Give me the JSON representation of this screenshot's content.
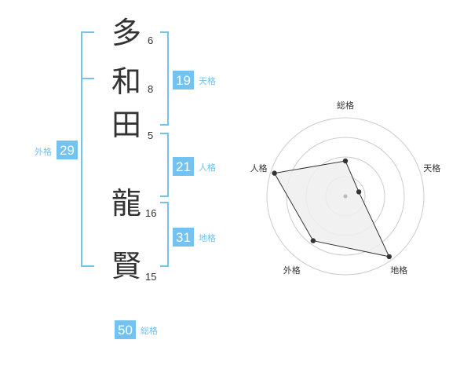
{
  "name": {
    "characters": [
      {
        "char": "多",
        "strokes": "6"
      },
      {
        "char": "和",
        "strokes": "8"
      },
      {
        "char": "田",
        "strokes": "5"
      },
      {
        "char": "龍",
        "strokes": "16"
      },
      {
        "char": "賢",
        "strokes": "15"
      }
    ]
  },
  "fortunes": {
    "tenkaku": {
      "value": "19",
      "label": "天格"
    },
    "jinkaku": {
      "value": "21",
      "label": "人格"
    },
    "chikaku": {
      "value": "31",
      "label": "地格"
    },
    "gaikaku": {
      "value": "29",
      "label": "外格"
    },
    "soukaku": {
      "value": "50",
      "label": "総格"
    }
  },
  "colors": {
    "accent": "#74c2f0",
    "text": "#333333",
    "grid": "#cccccc",
    "fill": "#eeeeee"
  },
  "chart_data": {
    "type": "radar",
    "axes": [
      "総格",
      "天格",
      "地格",
      "外格",
      "人格"
    ],
    "values": [
      0.45,
      0.18,
      0.95,
      0.7,
      0.95
    ],
    "rings": 4,
    "range": [
      0,
      1
    ]
  }
}
